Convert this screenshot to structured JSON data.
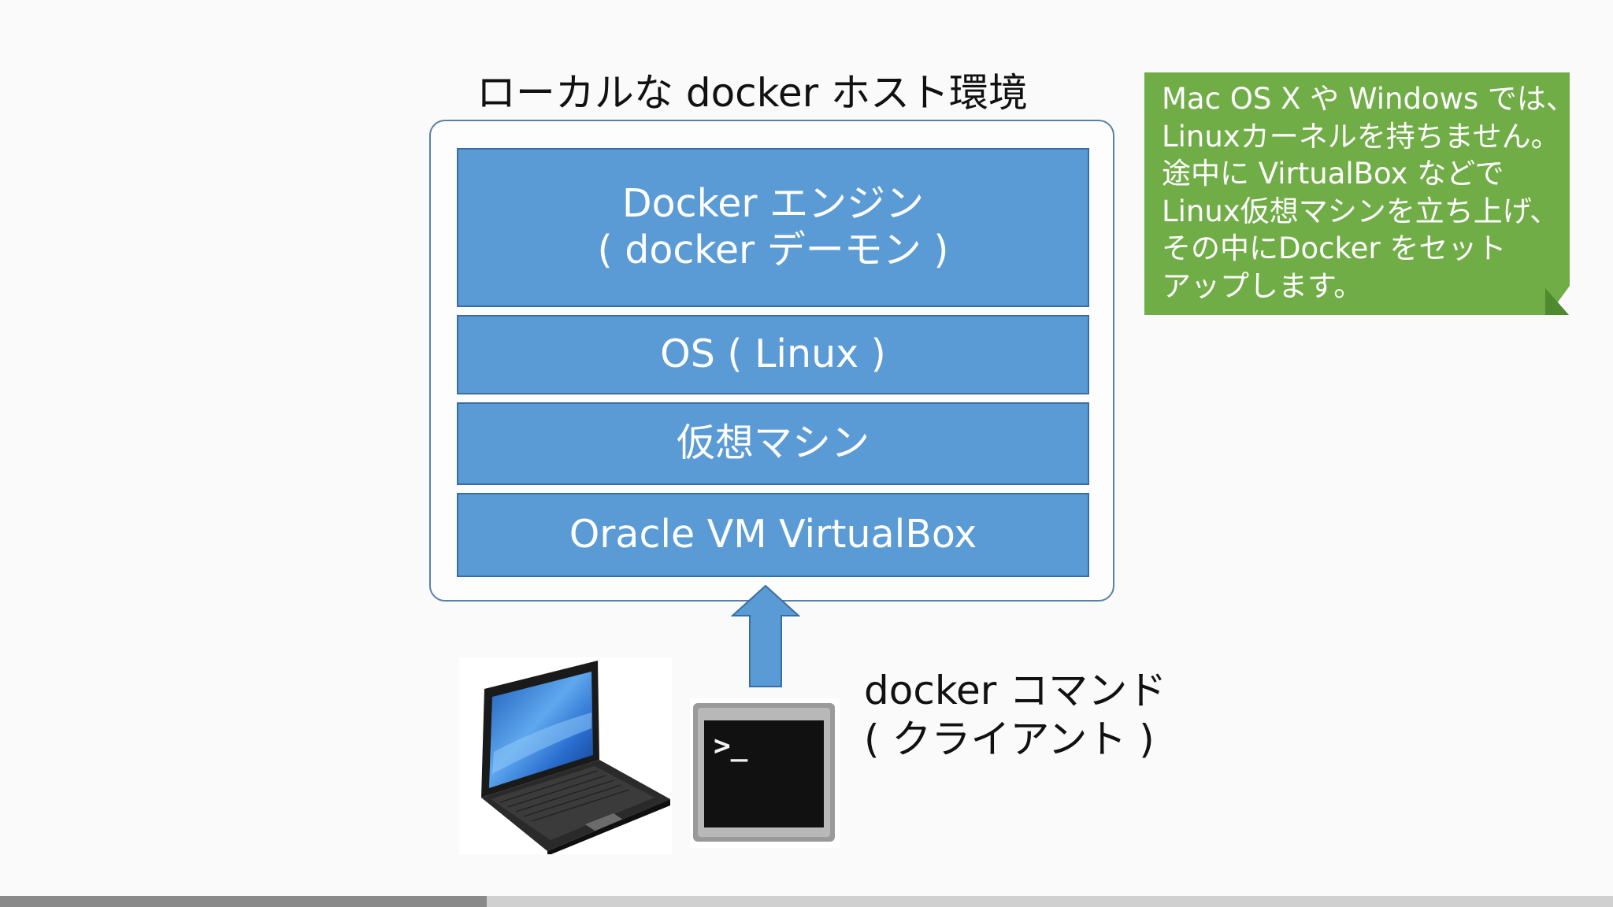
{
  "diagram": {
    "host_title": "ローカルな docker ホスト環境",
    "layers": {
      "engine_line1": "Docker エンジン",
      "engine_line2": "( docker デーモン )",
      "os": "OS ( Linux )",
      "vm": "仮想マシン",
      "virtualbox": "Oracle VM VirtualBox"
    },
    "client": {
      "line1": "docker コマンド",
      "line2": "( クライアント )"
    },
    "terminal_prompt": ">_"
  },
  "note": {
    "lines": [
      "Mac OS X や Windows では、",
      "Linuxカーネルを持ちません。",
      "途中に VirtualBox などで",
      "Linux仮想マシンを立ち上げ、",
      "その中にDocker をセット",
      "アップします。"
    ]
  },
  "colors": {
    "layer_fill": "#5b9bd5",
    "note_fill": "#70ad47",
    "arrow_fill": "#5b9bd5"
  },
  "progress": {
    "fraction": 0.302
  }
}
